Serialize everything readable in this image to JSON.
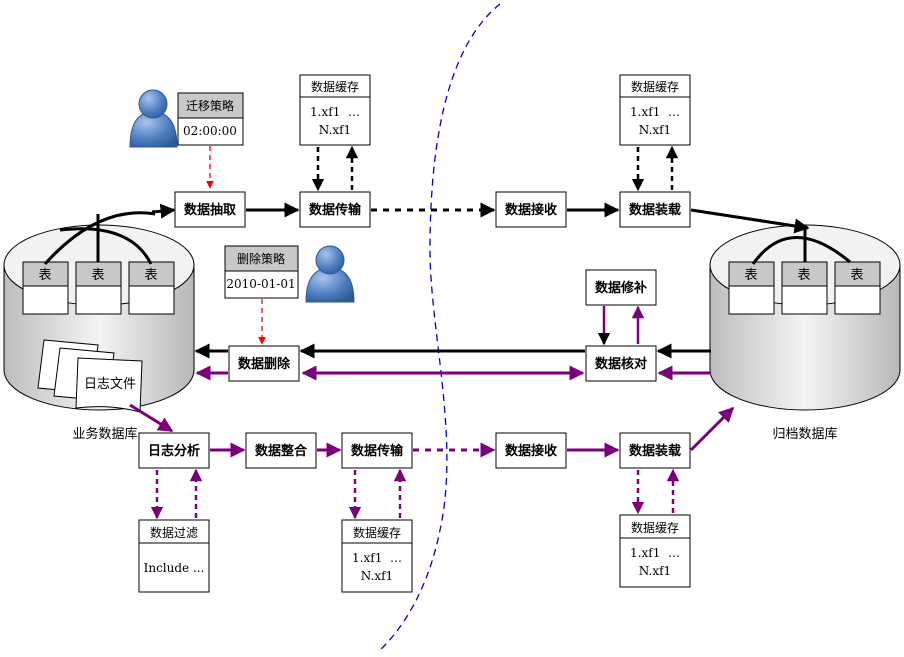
{
  "databases": {
    "business": {
      "label": "业务数据库",
      "tables": [
        "表",
        "表",
        "表"
      ],
      "log_file": "日志文件"
    },
    "archive": {
      "label": "归档数据库",
      "tables": [
        "表",
        "表",
        "表"
      ]
    }
  },
  "top_flow": {
    "extract": "数据抽取",
    "transfer": "数据传输",
    "receive": "数据接收",
    "load": "数据装载"
  },
  "middle_flow": {
    "delete": "数据删除",
    "verify": "数据核对",
    "repair": "数据修补"
  },
  "bottom_flow": {
    "log_analysis": "日志分析",
    "integrate": "数据整合",
    "transfer": "数据传输",
    "receive": "数据接收",
    "load": "数据装载"
  },
  "policies": {
    "migration": {
      "title": "迁移策略",
      "value": "02:00:00"
    },
    "deletion": {
      "title": "删除策略",
      "value": "2010-01-01"
    }
  },
  "caches": {
    "title": "数据缓存",
    "line1": "1.xf1  …",
    "line2": "N.xf1"
  },
  "filter": {
    "title": "数据过滤",
    "value": "Include ..."
  },
  "colors": {
    "black_flow": "#000000",
    "purple_flow": "#7b007b",
    "policy_arrow": "#ff0000",
    "divider": "#0000cc",
    "person_blue": "#4f7fc0",
    "policy_header": "#c8c8c8",
    "table_header": "#c8c8c8"
  }
}
